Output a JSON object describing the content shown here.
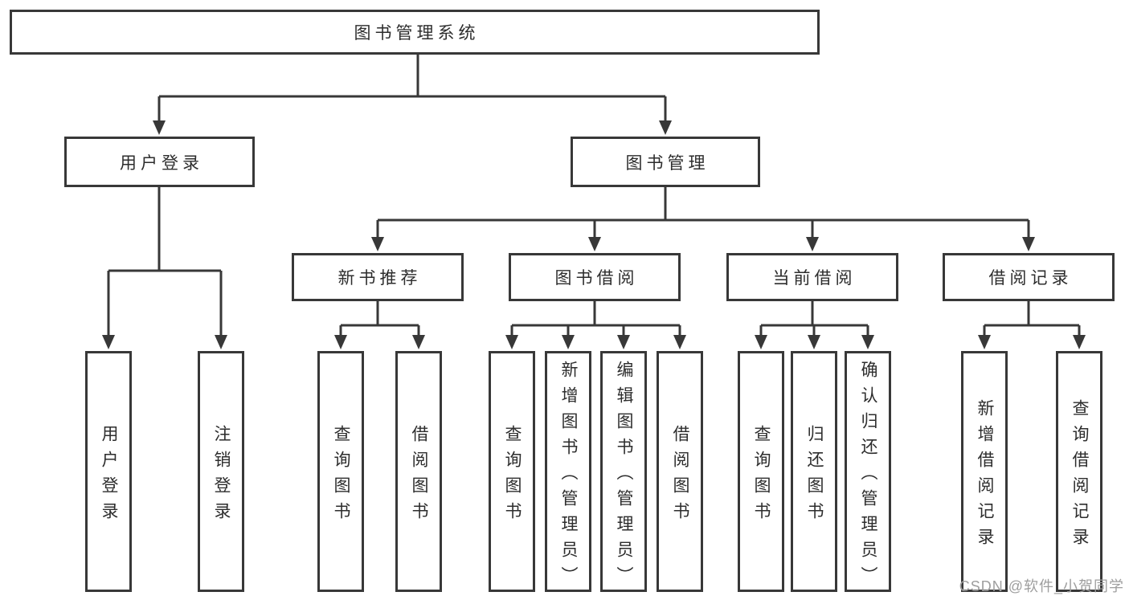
{
  "diagram": {
    "root": {
      "label": "图书管理系统"
    },
    "branches": [
      {
        "label": "用户登录",
        "children": [
          {
            "label": "用户登录"
          },
          {
            "label": "注销登录"
          }
        ]
      },
      {
        "label": "图书管理",
        "children": [
          {
            "label": "新书推荐",
            "children": [
              {
                "label": "查询图书"
              },
              {
                "label": "借阅图书"
              }
            ]
          },
          {
            "label": "图书借阅",
            "children": [
              {
                "label": "查询图书"
              },
              {
                "label": "新增图书（管理员）"
              },
              {
                "label": "编辑图书（管理员）"
              },
              {
                "label": "借阅图书"
              }
            ]
          },
          {
            "label": "当前借阅",
            "children": [
              {
                "label": "查询图书"
              },
              {
                "label": "归还图书"
              },
              {
                "label": "确认归还（管理员）"
              }
            ]
          },
          {
            "label": "借阅记录",
            "children": [
              {
                "label": "新增借阅记录"
              },
              {
                "label": "查询借阅记录"
              }
            ]
          }
        ]
      }
    ]
  },
  "watermark": {
    "text": "CSDN @软件_小贺同学"
  },
  "colors": {
    "line": "#383838",
    "box_border": "#383838",
    "text": "#2d2d2d",
    "watermark": "#9e9e9e",
    "background": "#ffffff"
  }
}
